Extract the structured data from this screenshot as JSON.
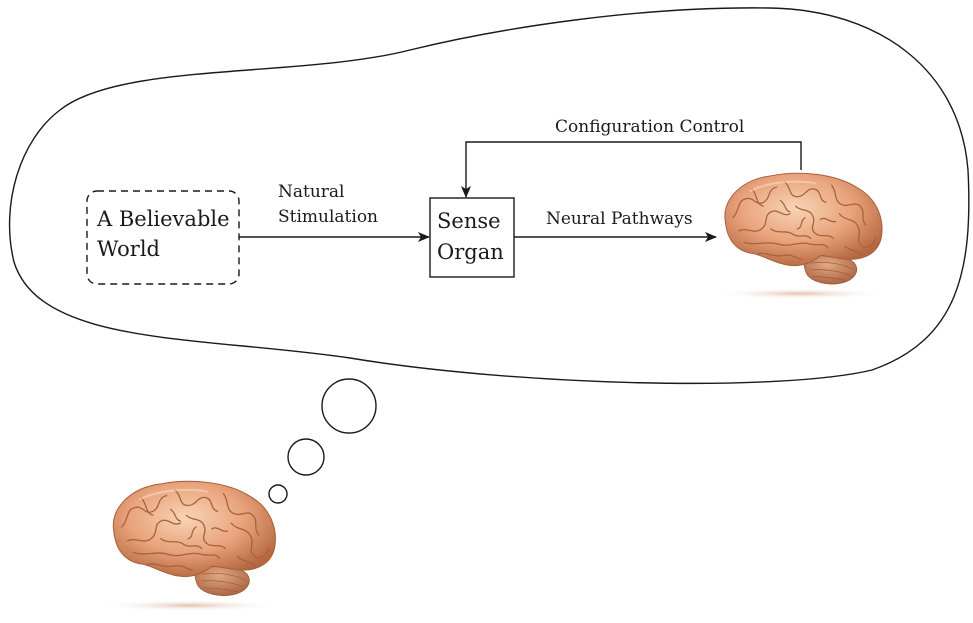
{
  "diagram": {
    "world_box": {
      "line1": "A Believable",
      "line2": "World",
      "border_style": "dashed"
    },
    "stimulation_edge": {
      "line1": "Natural",
      "line2": "Stimulation"
    },
    "sense_box": {
      "line1": "Sense",
      "line2": "Organ"
    },
    "neural_edge": {
      "label": "Neural Pathways"
    },
    "feedback_edge": {
      "label": "Configuration Control"
    },
    "brains": [
      {
        "name": "dreamed-brain",
        "role": "inside thought bubble"
      },
      {
        "name": "thinking-brain",
        "role": "dreamer"
      }
    ],
    "thought_bubbles": 3,
    "colors": {
      "line": "#1a1a1a",
      "brain_base": "#e8a37c",
      "brain_shadow": "#b86a45",
      "brain_highlight": "#f6cfae",
      "cerebellum": "#c98a66"
    }
  }
}
